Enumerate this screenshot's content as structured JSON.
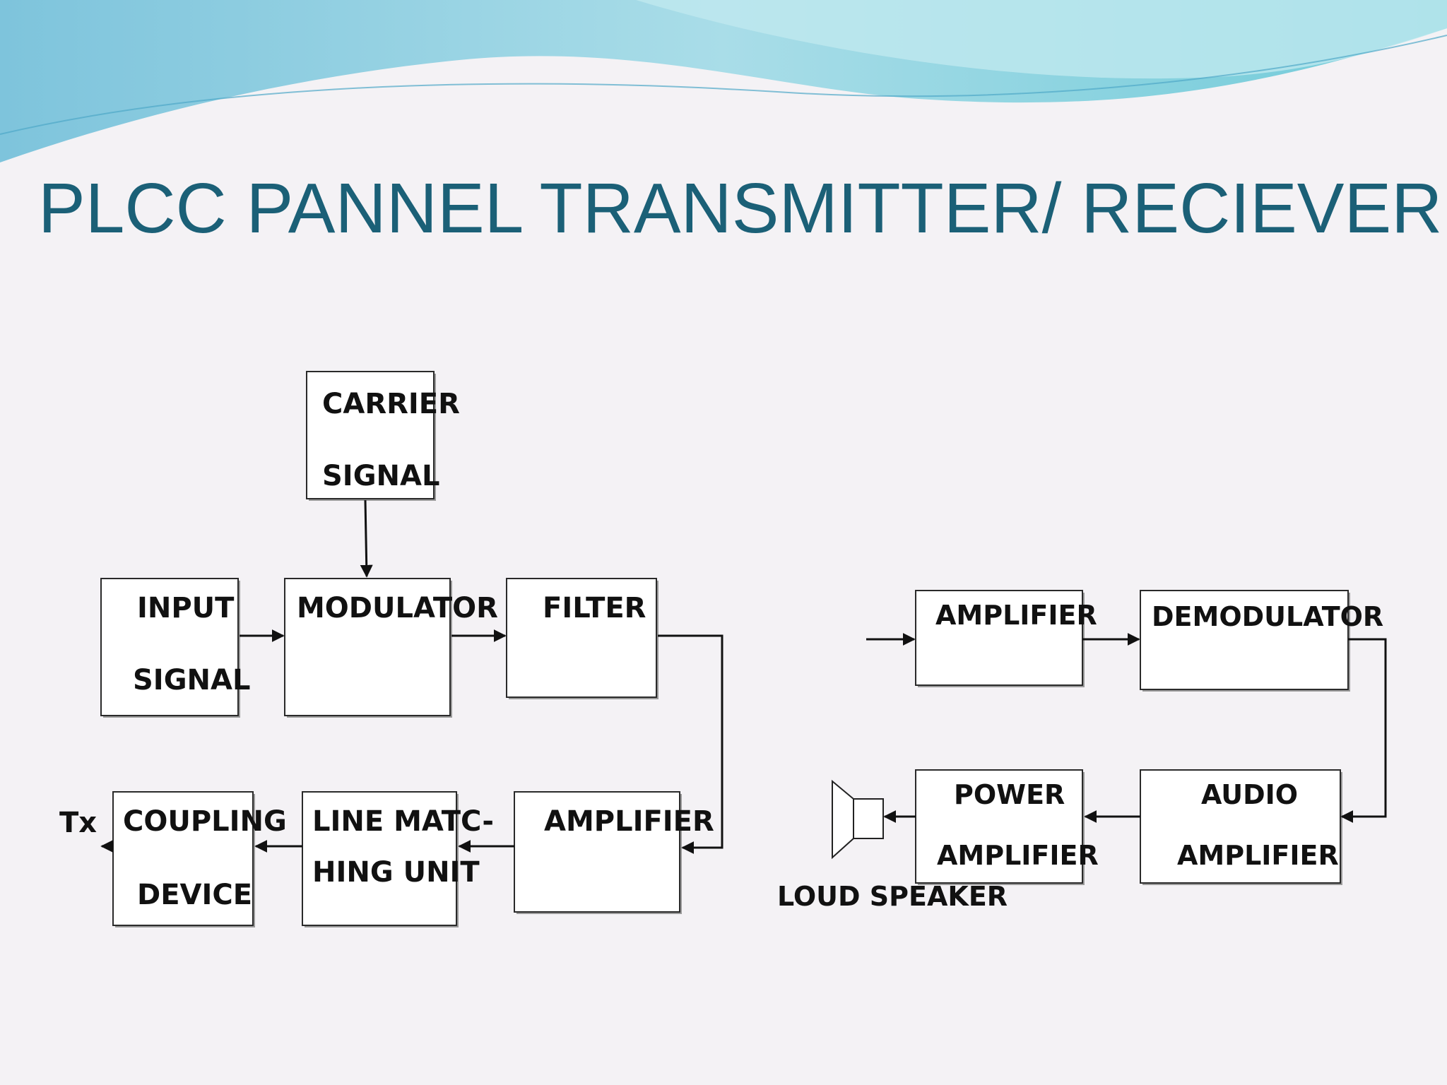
{
  "slide": {
    "title": "PLCC PANNEL TRANSMITTER/ RECIEVER"
  },
  "transmitter": {
    "carrier_signal": [
      "CARRIER",
      "SIGNAL"
    ],
    "input_signal": [
      "INPUT",
      "SIGNAL"
    ],
    "modulator": "MODULATOR",
    "filter": "FILTER",
    "amplifier": "AMPLIFIER",
    "line_matching_unit": [
      "LINE MATC-",
      "HING UNIT"
    ],
    "coupling_device": [
      "COUPLING",
      "DEVICE"
    ],
    "tx_label": "Tx"
  },
  "receiver": {
    "amplifier": "AMPLIFIER",
    "demodulator": "DEMODULATOR",
    "audio_amplifier": [
      "AUDIO",
      "AMPLIFIER"
    ],
    "power_amplifier": [
      "POWER",
      "AMPLIFIER"
    ],
    "loud_speaker": "LOUD SPEAKER"
  },
  "colors": {
    "title": "#1b6077",
    "background": "#f4f2f5",
    "wave_light": "#9fdde6",
    "wave_dark": "#6cc3d6"
  }
}
